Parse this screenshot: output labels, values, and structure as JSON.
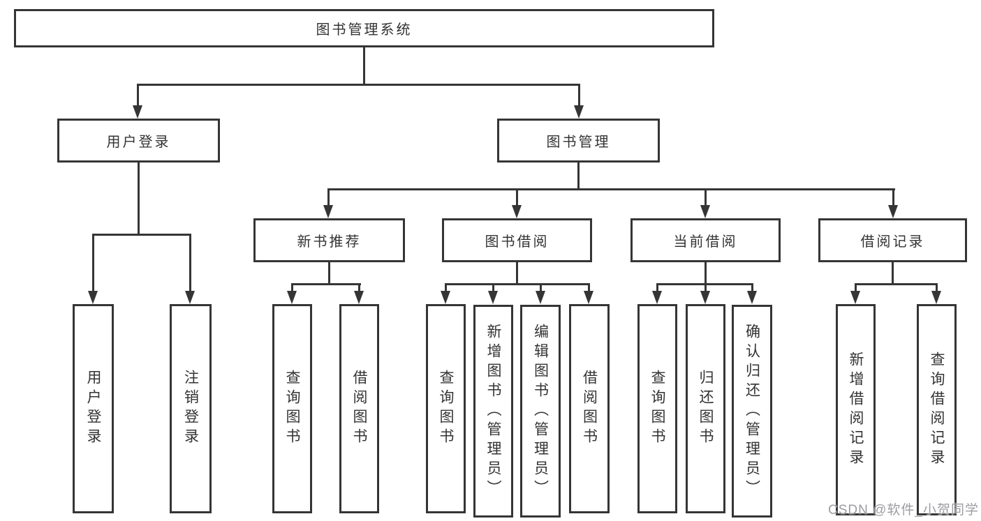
{
  "diagram": {
    "root": {
      "label": "图书管理系统"
    },
    "branches": [
      {
        "label": "用户登录",
        "children": [
          {
            "label": "用户登录"
          },
          {
            "label": "注销登录"
          }
        ]
      },
      {
        "label": "图书管理",
        "children": [
          {
            "label": "新书推荐",
            "children": [
              {
                "label": "查询图书"
              },
              {
                "label": "借阅图书"
              }
            ]
          },
          {
            "label": "图书借阅",
            "children": [
              {
                "label": "查询图书"
              },
              {
                "label": "新增图书（管理员）"
              },
              {
                "label": "编辑图书（管理员）"
              },
              {
                "label": "借阅图书"
              }
            ]
          },
          {
            "label": "当前借阅",
            "children": [
              {
                "label": "查询图书"
              },
              {
                "label": "归还图书"
              },
              {
                "label": "确认归还（管理员）"
              }
            ]
          },
          {
            "label": "借阅记录",
            "children": [
              {
                "label": "新增借阅记录"
              },
              {
                "label": "查询借阅记录"
              }
            ]
          }
        ]
      }
    ]
  },
  "watermark": {
    "text": "CSDN @软件_小贺同学"
  },
  "colors": {
    "line": "#353535",
    "text": "#333333",
    "background": "#ffffff",
    "watermark": "#9c9ca2"
  }
}
